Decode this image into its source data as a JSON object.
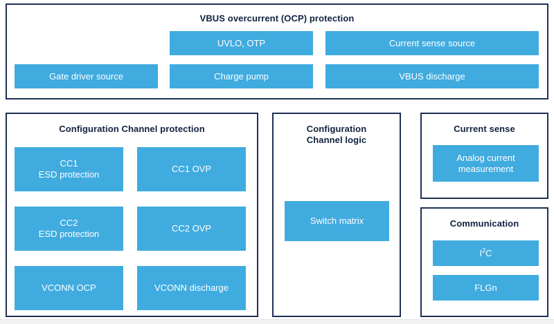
{
  "colors": {
    "block_fill": "#40abdf",
    "panel_border": "#1d3054",
    "title_text": "#10223f",
    "block_text": "#ffffff",
    "background": "#ffffff"
  },
  "panels": {
    "vbus": {
      "title": "VBUS overcurrent (OCP) protection",
      "blocks": [
        {
          "label": "UVLO, OTP"
        },
        {
          "label": "Current sense source"
        },
        {
          "label": "Gate driver source"
        },
        {
          "label": "Charge pump"
        },
        {
          "label": "VBUS discharge"
        }
      ]
    },
    "cc_protection": {
      "title": "Configuration Channel protection",
      "blocks": [
        {
          "label": "CC1\nESD protection"
        },
        {
          "label": "CC1 OVP"
        },
        {
          "label": "CC2\nESD protection"
        },
        {
          "label": "CC2 OVP"
        },
        {
          "label": "VCONN OCP"
        },
        {
          "label": "VCONN discharge"
        }
      ]
    },
    "cc_logic": {
      "title": "Configuration\nChannel logic",
      "blocks": [
        {
          "label": "Switch matrix"
        }
      ]
    },
    "current_sense": {
      "title": "Current sense",
      "blocks": [
        {
          "label": "Analog current\nmeasurement"
        }
      ]
    },
    "communication": {
      "title": "Communication",
      "blocks": [
        {
          "label": "I2C",
          "html": "I<sup>2</sup>C"
        },
        {
          "label": "FLGn"
        }
      ]
    }
  }
}
